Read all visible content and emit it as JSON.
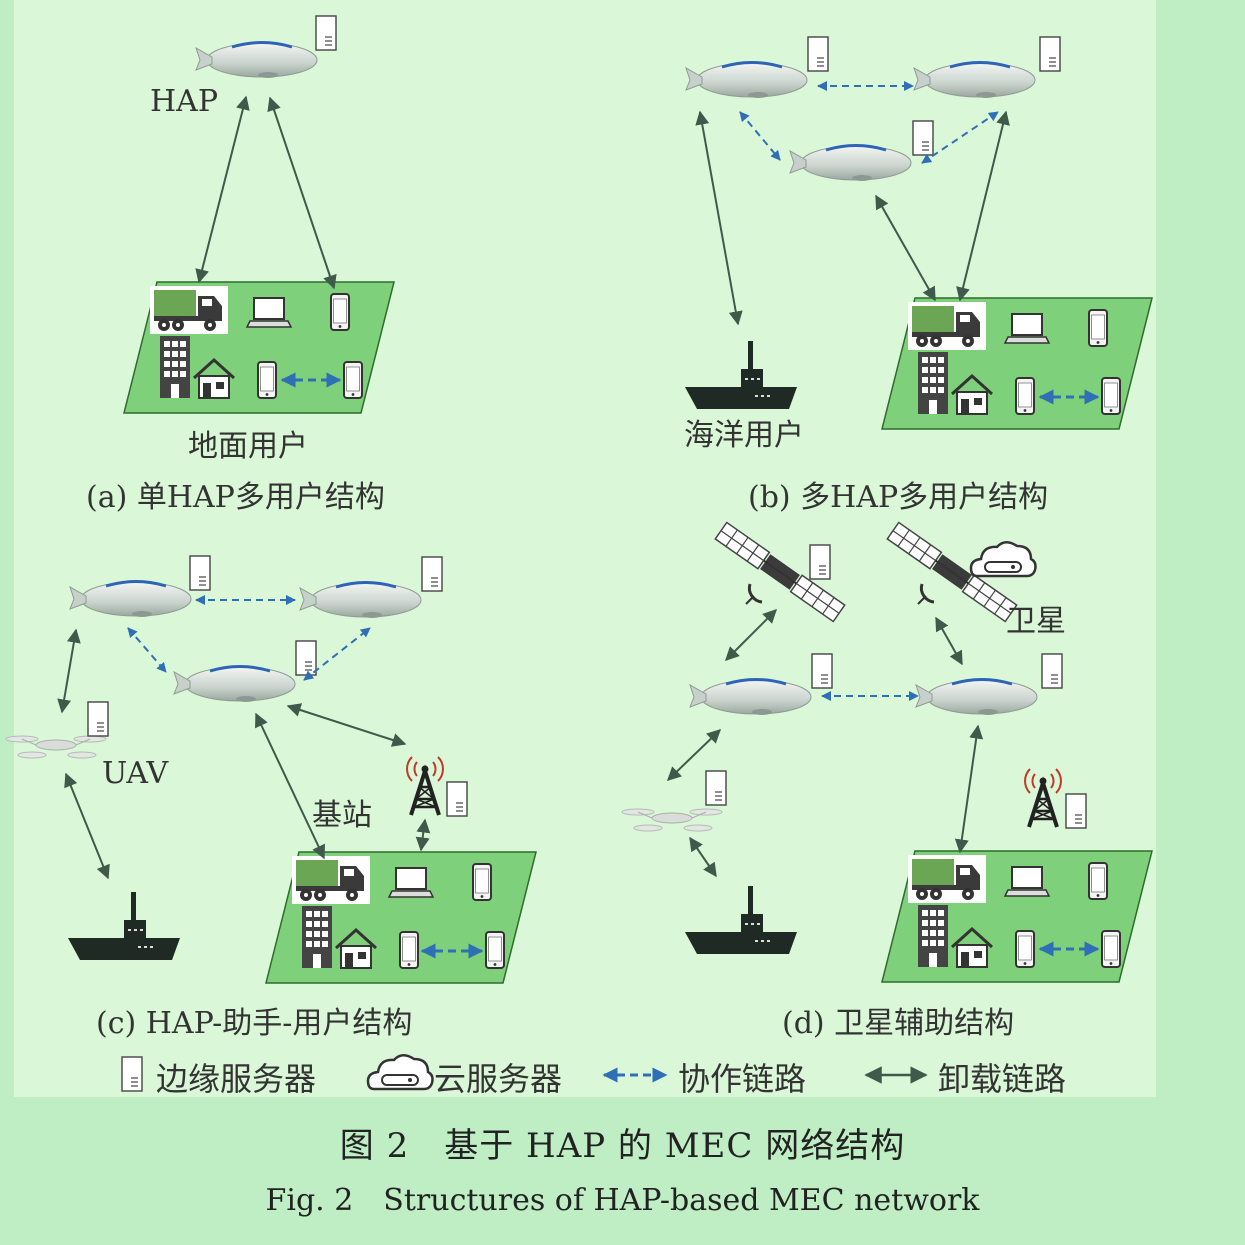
{
  "diagram": {
    "panels": [
      {
        "id": "a",
        "caption": "(a) 单HAP多用户结构"
      },
      {
        "id": "b",
        "caption": "(b) 多HAP多用户结构"
      },
      {
        "id": "c",
        "caption": "(c) HAP-助手-用户结构"
      },
      {
        "id": "d",
        "caption": "(d) 卫星辅助结构"
      }
    ],
    "labels": {
      "hap": "HAP",
      "ground_users": "地面用户",
      "ocean_users": "海洋用户",
      "uav": "UAV",
      "base_station": "基站",
      "satellite": "卫星"
    }
  },
  "legend": {
    "edge_server": "边缘服务器",
    "cloud_server": "云服务器",
    "cooperation_link": "协作链路",
    "offload_link": "卸载链路"
  },
  "colors": {
    "offload_link": "#3f5a4a",
    "cooperation_link": "#2f6fb5",
    "ground_area": "#7fd07a",
    "panel_background": "#daf7d8",
    "page_background": "#bfeec4"
  },
  "caption": {
    "cn": "图 2　基于 HAP 的 MEC 网络结构",
    "en": "Fig. 2　Structures of HAP-based MEC network"
  }
}
